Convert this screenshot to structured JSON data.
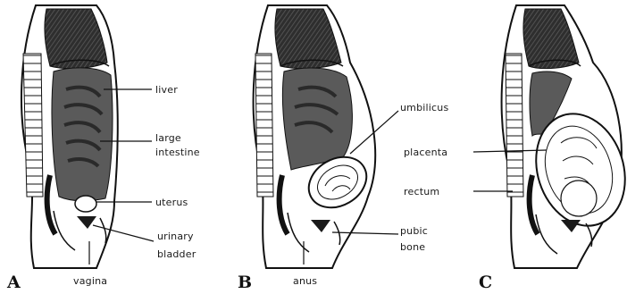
{
  "panels": [
    {
      "letter": "A"
    },
    {
      "letter": "B"
    },
    {
      "letter": "C"
    }
  ],
  "labels": {
    "liver": "liver",
    "large_intestine_1": "large",
    "large_intestine_2": "intestine",
    "uterus": "uterus",
    "urinary_bladder_1": "urinary",
    "urinary_bladder_2": "bladder",
    "vagina": "vagina",
    "umbilicus": "umbilicus",
    "pubic_bone_1": "pubic",
    "pubic_bone_2": "bone",
    "anus": "anus",
    "placenta": "placenta",
    "rectum": "rectum"
  },
  "colors": {
    "ink": "#111111",
    "cavity_dark": "#3a3a3a",
    "organ_mid": "#6e6e6e",
    "paper": "#ffffff"
  }
}
